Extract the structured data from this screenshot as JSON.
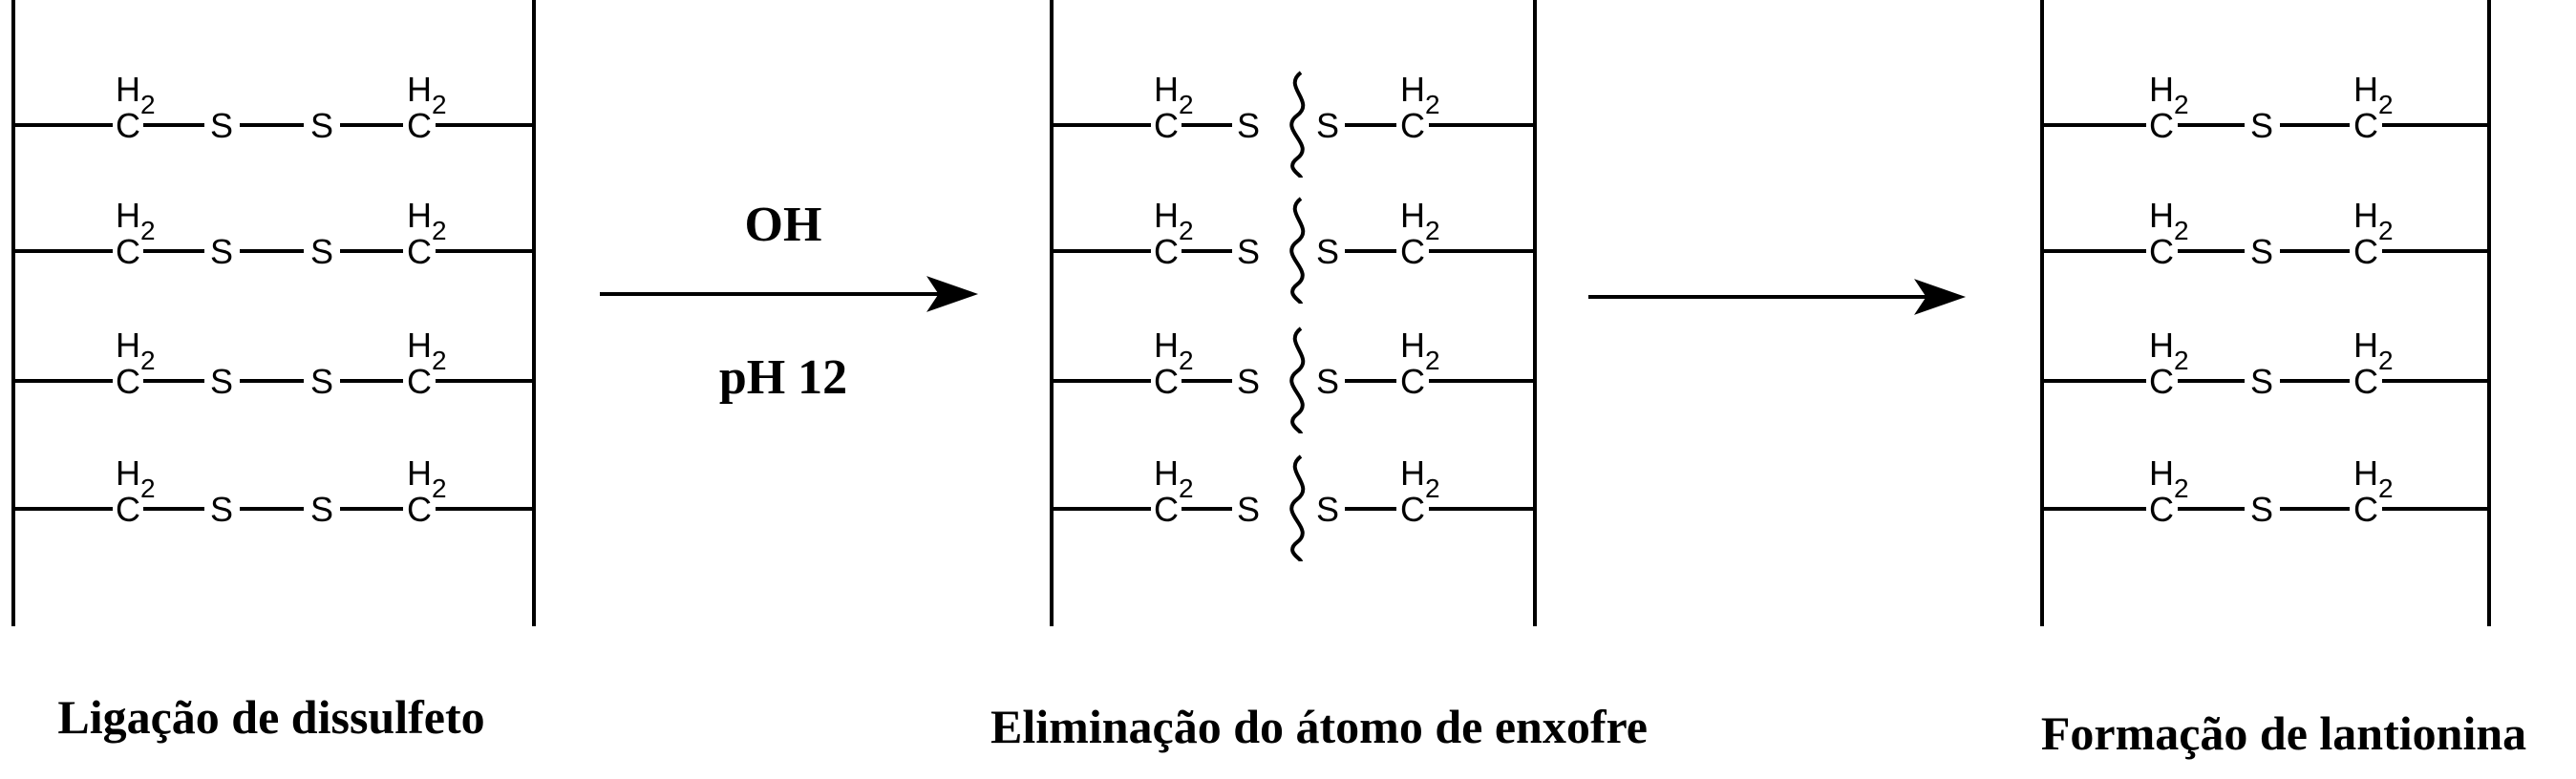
{
  "atoms": {
    "carbon": "C",
    "hydrogen": "H",
    "h_sub": "2",
    "sulfur": "S"
  },
  "panels": [
    {
      "id": "disulfide",
      "caption": "Ligação de dissulfeto",
      "rows": 4,
      "type": "C-S-S-C"
    },
    {
      "id": "elimination",
      "caption": "Eliminação do átomo de enxofre",
      "rows": 4,
      "type": "C-S~S-C"
    },
    {
      "id": "lanthionine",
      "caption": "Formação de lantionina",
      "rows": 4,
      "type": "C-S-C"
    }
  ],
  "arrows": [
    {
      "id": "arrow-1",
      "above": "OH",
      "below": "pH 12"
    },
    {
      "id": "arrow-2",
      "above": "",
      "below": ""
    }
  ]
}
